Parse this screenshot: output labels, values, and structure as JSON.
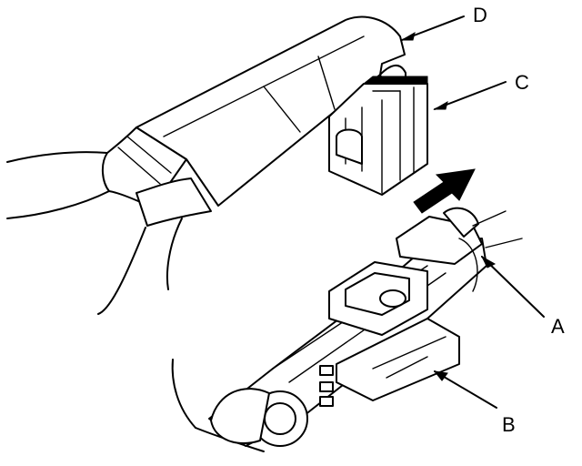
{
  "diagram": {
    "callouts": [
      {
        "id": "A",
        "label": "A"
      },
      {
        "id": "B",
        "label": "B"
      },
      {
        "id": "C",
        "label": "C"
      },
      {
        "id": "D",
        "label": "D"
      }
    ]
  }
}
